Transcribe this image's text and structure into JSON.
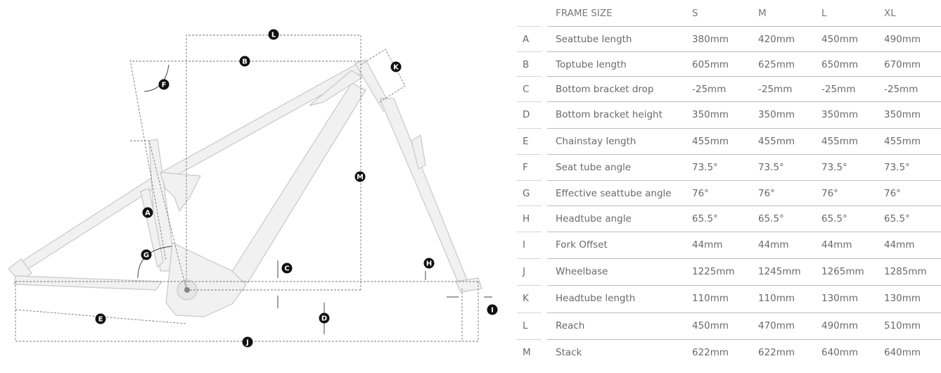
{
  "diagram": {
    "labels": [
      "A",
      "B",
      "C",
      "D",
      "E",
      "F",
      "G",
      "H",
      "I",
      "J",
      "K",
      "L",
      "M"
    ]
  },
  "table": {
    "header": {
      "frame_size": "FRAME SIZE",
      "sizes": [
        "S",
        "M",
        "L",
        "XL"
      ]
    },
    "rows": [
      {
        "key": "A",
        "name": "Seattube length",
        "values": [
          "380mm",
          "420mm",
          "450mm",
          "490mm"
        ]
      },
      {
        "key": "B",
        "name": "Toptube length",
        "values": [
          "605mm",
          "625mm",
          "650mm",
          "670mm"
        ]
      },
      {
        "key": "C",
        "name": "Bottom bracket drop",
        "values": [
          "-25mm",
          "-25mm",
          "-25mm",
          "-25mm"
        ]
      },
      {
        "key": "D",
        "name": "Bottom bracket height",
        "values": [
          "350mm",
          "350mm",
          "350mm",
          "350mm"
        ]
      },
      {
        "key": "E",
        "name": "Chainstay length",
        "values": [
          "455mm",
          "455mm",
          "455mm",
          "455mm"
        ]
      },
      {
        "key": "F",
        "name": "Seat tube angle",
        "values": [
          "73.5°",
          "73.5°",
          "73.5°",
          "73.5°"
        ]
      },
      {
        "key": "G",
        "name": "Effective seattube angle",
        "values": [
          "76°",
          "76°",
          "76°",
          "76°"
        ]
      },
      {
        "key": "H",
        "name": "Headtube angle",
        "values": [
          "65.5°",
          "65.5°",
          "65.5°",
          "65.5°"
        ]
      },
      {
        "key": "I",
        "name": "Fork Offset",
        "values": [
          "44mm",
          "44mm",
          "44mm",
          "44mm"
        ]
      },
      {
        "key": "J",
        "name": "Wheelbase",
        "values": [
          "1225mm",
          "1245mm",
          "1265mm",
          "1285mm"
        ]
      },
      {
        "key": "K",
        "name": "Headtube length",
        "values": [
          "110mm",
          "110mm",
          "130mm",
          "130mm"
        ]
      },
      {
        "key": "L",
        "name": "Reach",
        "values": [
          "450mm",
          "470mm",
          "490mm",
          "510mm"
        ]
      },
      {
        "key": "M",
        "name": "Stack",
        "values": [
          "622mm",
          "622mm",
          "640mm",
          "640mm"
        ]
      }
    ]
  }
}
